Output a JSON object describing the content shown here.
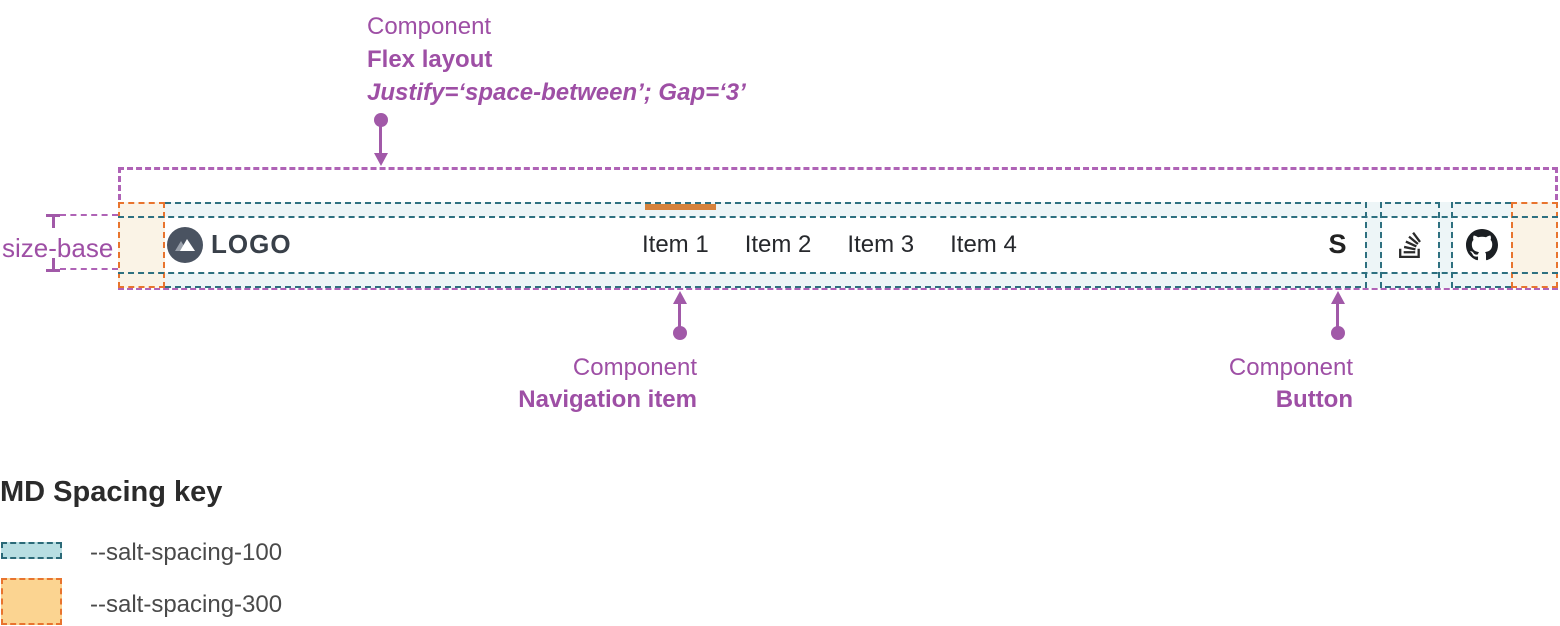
{
  "annotations": {
    "flex": {
      "line1": "Component",
      "line2": "Flex layout",
      "line3": "Justify=‘space-between’; Gap=‘3’"
    },
    "nav_item": {
      "line1": "Component",
      "line2": "Navigation item"
    },
    "button": {
      "line1": "Component",
      "line2": "Button"
    },
    "size_base": "size-base"
  },
  "navbar": {
    "logo_text": "LOGO",
    "items": [
      "Item 1",
      "Item 2",
      "Item 3",
      "Item 4"
    ],
    "active_item": "Item 1",
    "s_button_label": "S",
    "icon_buttons": [
      "s-logo-icon",
      "stackoverflow-icon",
      "github-icon"
    ]
  },
  "legend": {
    "title": "MD Spacing key",
    "items": [
      {
        "swatch": "spacing-100",
        "label": "--salt-spacing-100"
      },
      {
        "swatch": "spacing-300",
        "label": "--salt-spacing-300"
      }
    ]
  },
  "colors": {
    "annotation_purple": "#9e4fa5",
    "spacing_100_fill": "#b8dee2",
    "spacing_100_border": "#2b6a78",
    "spacing_300_fill": "#fbd491",
    "spacing_300_border": "#e8742e",
    "active_indicator": "#d6823c"
  }
}
